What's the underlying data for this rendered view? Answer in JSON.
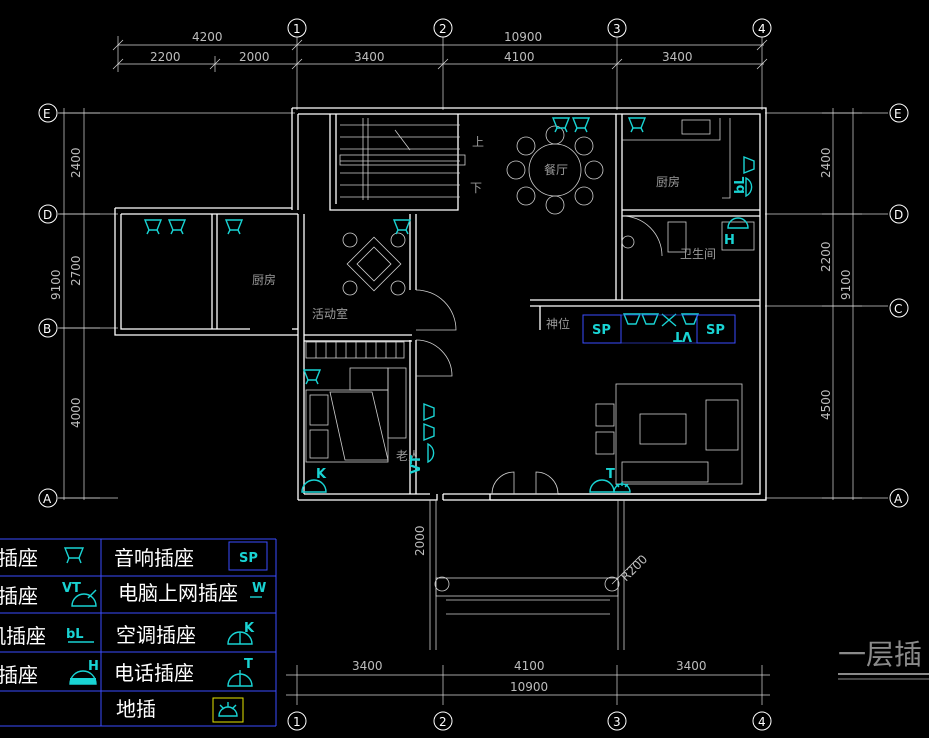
{
  "dims": {
    "top_total": "10900",
    "top_left": "4200",
    "top_segments": [
      "2200",
      "2000",
      "3400",
      "4100",
      "3400"
    ],
    "bottom_segments": [
      "3400",
      "4100",
      "3400"
    ],
    "bottom_total": "10900",
    "left_total": "9100",
    "left_segments": [
      "2400",
      "2700",
      "4000"
    ],
    "right_total": "9100",
    "right_segments": [
      "2400",
      "2200",
      "4500"
    ],
    "porch_depth": "2000",
    "porch_radius": "R200"
  },
  "axes": {
    "columns": [
      "1",
      "2",
      "3",
      "4"
    ],
    "rows_left": [
      "E",
      "D",
      "B",
      "A"
    ],
    "rows_right": [
      "E",
      "D",
      "C",
      "A"
    ]
  },
  "rooms": {
    "dining": "餐厅",
    "kitchen_right": "厨房",
    "bathroom": "卫生间",
    "kitchen_left": "厨房",
    "activity": "活动室",
    "shrine": "神位",
    "elder": "老人",
    "stair_up": "上",
    "stair_down": "下"
  },
  "markers": {
    "sp": "SP",
    "vt": "VT",
    "k": "K",
    "t": "T",
    "h": "H",
    "bl": "bL"
  },
  "legend": {
    "rows": [
      {
        "left": "插座",
        "right": "音响插座"
      },
      {
        "left": "插座",
        "right": "电脑上网插座"
      },
      {
        "left": "机插座",
        "right": "空调插座"
      },
      {
        "left": "插座",
        "right": "电话插座"
      },
      {
        "left": "",
        "right": "地插"
      }
    ],
    "symbols": {
      "sp": "SP",
      "vt": "VT",
      "w": "W",
      "bl": "bL",
      "k": "K",
      "h": "H",
      "t": "T"
    }
  },
  "drawing_title": "一层插",
  "colors": {
    "background": "#000000",
    "walls": "#ffffff",
    "sockets": "#19d3d3",
    "frames": "#3a4dff",
    "highlight": "#e6e600"
  },
  "icons": [
    "socket-icon",
    "floor-socket-icon",
    "dining-table-icon",
    "sofa-icon",
    "bed-icon",
    "stair-icon"
  ]
}
